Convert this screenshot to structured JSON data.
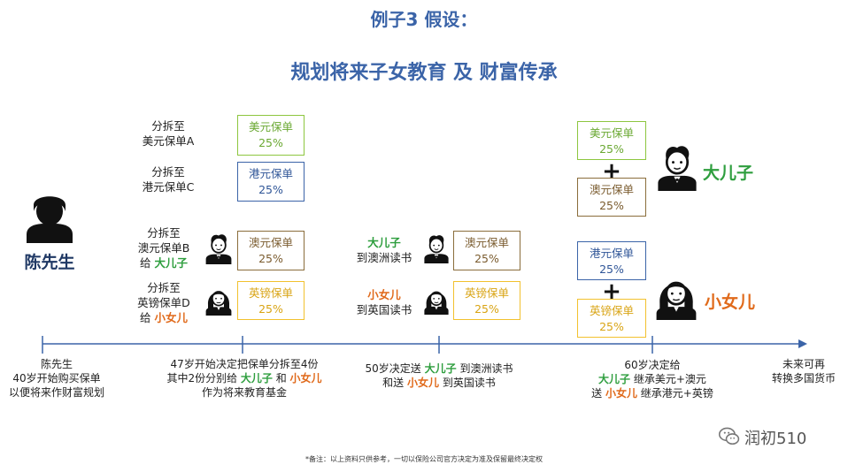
{
  "title": "例子3 假设：",
  "subtitle": "规划将来子女教育 及 财富传承",
  "colors": {
    "usd": "#8dc63f",
    "hkd": "#3b64a8",
    "aud": "#8a6d3b",
    "gbp": "#f2c12e",
    "son": "#2e9e3e",
    "daughter": "#e06a1b"
  },
  "person": {
    "name": "陈先生",
    "icon": "man-person-icon"
  },
  "split": [
    {
      "line1": "分拆至",
      "line2": "美元保单A",
      "box_name": "美元保单",
      "box_pct": "25%"
    },
    {
      "line1": "分拆至",
      "line2": "港元保单C",
      "box_name": "港元保单",
      "box_pct": "25%"
    },
    {
      "line1": "分拆至",
      "line2": "澳元保单B",
      "line3_pre": "给 ",
      "line3_hl": "大儿子",
      "box_name": "澳元保单",
      "box_pct": "25%"
    },
    {
      "line1": "分拆至",
      "line2": "英镑保单D",
      "line3_pre": "给 ",
      "line3_hl": "小女儿",
      "box_name": "英镑保单",
      "box_pct": "25%"
    }
  ],
  "study": [
    {
      "who": "大儿子",
      "where": "到澳洲读书",
      "box_name": "澳元保单",
      "box_pct": "25%"
    },
    {
      "who": "小女儿",
      "where": "到英国读书",
      "box_name": "英镑保单",
      "box_pct": "25%"
    }
  ],
  "inherit": {
    "son": {
      "label": "大儿子",
      "box1_name": "美元保单",
      "box1_pct": "25%",
      "box2_name": "澳元保单",
      "box2_pct": "25%",
      "plus": "+"
    },
    "daughter": {
      "label": "小女儿",
      "box1_name": "港元保单",
      "box1_pct": "25%",
      "box2_name": "英镑保单",
      "box2_pct": "25%",
      "plus": "+"
    }
  },
  "timeline": {
    "t0": {
      "l1": "陈先生",
      "l2": "40岁开始购买保单",
      "l3": "以便将来作财富规划"
    },
    "t1": {
      "l1": "47岁开始决定把保单分拆至4份",
      "l2_a": "其中2份分别给 ",
      "l2_son": "大儿子",
      "l2_b": " 和 ",
      "l2_dau": "小女儿",
      "l3": "作为将来教育基金"
    },
    "t2": {
      "l1_a": "50岁决定送 ",
      "l1_son": "大儿子",
      "l1_b": " 到澳洲读书",
      "l2_a": "和送 ",
      "l2_dau": "小女儿",
      "l2_b": " 到英国读书"
    },
    "t3": {
      "l1": "60岁决定给",
      "l2_son": "大儿子",
      "l2_b": " 继承美元+澳元",
      "l3_a": "送 ",
      "l3_dau": "小女儿",
      "l3_b": " 继承港元+英镑"
    },
    "t4": {
      "l1": "未来可再",
      "l2": "转换多国货币"
    }
  },
  "note": "*备注：以上资料只供参考，一切以保险公司官方决定为准及保留最终决定权",
  "watermark": "润初510"
}
